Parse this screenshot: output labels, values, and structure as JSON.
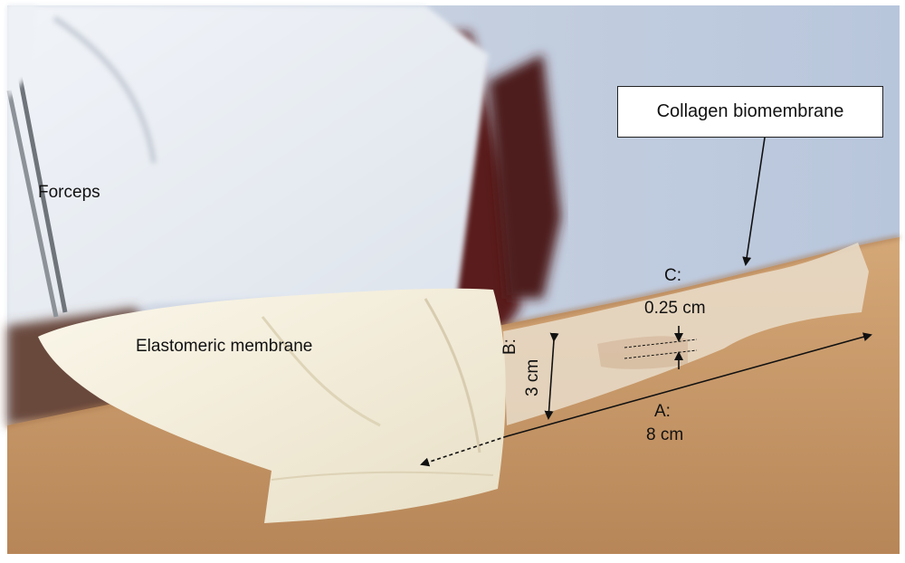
{
  "labels": {
    "forceps": "Forceps",
    "elastomeric": "Elastomeric membrane",
    "collagen": "Collagen biomembrane",
    "dim_a_letter": "A:",
    "dim_a_value": "8 cm",
    "dim_b_letter": "B:",
    "dim_b_value": "3 cm",
    "dim_c_letter": "C:",
    "dim_c_value": "0.25 cm"
  },
  "colors": {
    "background_blue": "#c8d3e3",
    "coat_white": "#e9edf3",
    "dark_red": "#5a1d1c",
    "skin": "#c79a6b",
    "elastomeric_membrane": "#f3ecd8",
    "collagen_membrane": "#e9dccd",
    "annotation": "#111111"
  }
}
